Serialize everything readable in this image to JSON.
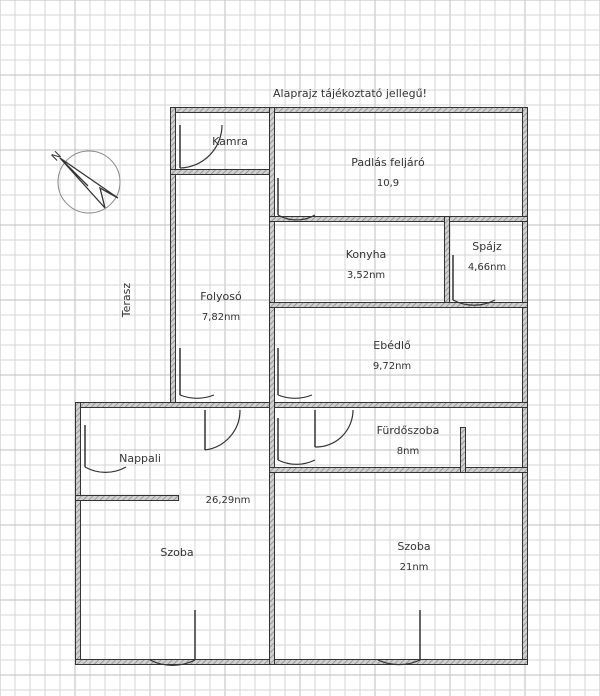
{
  "note": "Alaprajz tájékoztató jellegű!",
  "outside_label": "Terasz",
  "compass": {
    "label": "N",
    "icon": "north-arrow-icon"
  },
  "rooms": [
    {
      "id": "kamra",
      "name": "Kamra",
      "area": ""
    },
    {
      "id": "padlas",
      "name": "Padlás feljáró",
      "area": "10,9"
    },
    {
      "id": "konyha",
      "name": "Konyha",
      "area": "3,52nm"
    },
    {
      "id": "spajz",
      "name": "Spájz",
      "area": "4,66nm"
    },
    {
      "id": "folyoso",
      "name": "Folyosó",
      "area": "7,82nm"
    },
    {
      "id": "ebedlo",
      "name": "Ebédlő",
      "area": "9,72nm"
    },
    {
      "id": "furdoszoba",
      "name": "Fürdőszoba",
      "area": "8nm"
    },
    {
      "id": "nappali",
      "name": "Nappali",
      "area": "26,29nm"
    },
    {
      "id": "szoba-left",
      "name": "Szoba",
      "area": ""
    },
    {
      "id": "szoba-right",
      "name": "Szoba",
      "area": "21nm"
    }
  ],
  "colors": {
    "wall": "#333333",
    "wall_fill": "#b8b8b8",
    "grid_minor": "#d6d6d6",
    "grid_major": "#bdbdbd",
    "text": "#333333"
  }
}
